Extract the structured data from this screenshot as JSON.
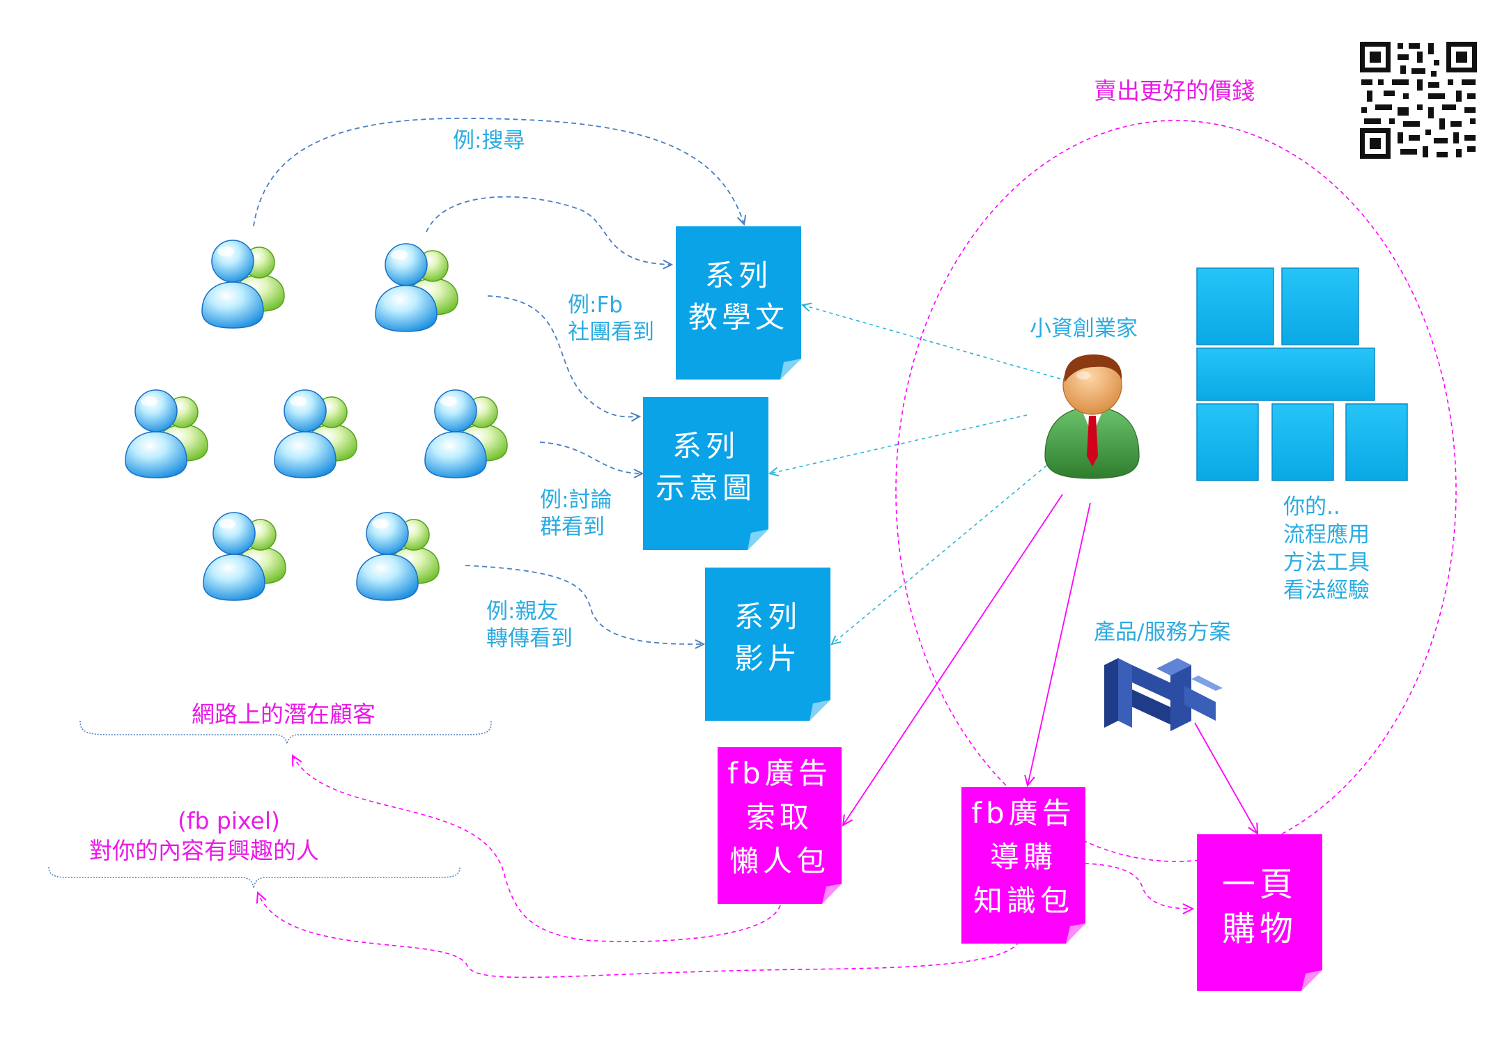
{
  "top_label": "賣出更好的價錢",
  "entrepreneur": {
    "label": "小資創業家"
  },
  "skills": {
    "line1": "你的..",
    "line2": "流程應用",
    "line3": "方法工具",
    "line4": "看法經驗"
  },
  "product": {
    "label": "產品/服務方案"
  },
  "examples": {
    "search": "例:搜尋",
    "fb_group": {
      "line1": "例:Fb",
      "line2": "社團看到"
    },
    "discussion": {
      "line1": "例:討論",
      "line2": "群看到"
    },
    "friends": {
      "line1": "例:親友",
      "line2": "轉傳看到"
    }
  },
  "audience": {
    "label": "網路上的潛在顧客"
  },
  "interest": {
    "line1": "(fb pixel)",
    "line2": "對你的內容有興趣的人"
  },
  "content_boxes": {
    "tutorial": {
      "line1": "系列",
      "line2": "教學文"
    },
    "diagram": {
      "line1": "系列",
      "line2": "示意圖"
    },
    "video": {
      "line1": "系列",
      "line2": "影片"
    }
  },
  "ad_boxes": {
    "lazy_pack": {
      "line1": "fb廣告",
      "line2": "索取",
      "line3": "懶人包"
    },
    "guide_pack": {
      "line1": "fb廣告",
      "line2": "導購",
      "line3": "知識包"
    },
    "one_page": {
      "line1": "一頁",
      "line2": "購物"
    }
  },
  "colors": {
    "blue": "#29abe2",
    "box_blue": "#0aa3e8",
    "magenta": "#ff00ff",
    "dashed_blue": "#4a7fc1",
    "navy": "#1f3c88"
  },
  "icons": [
    "msn-user-icon",
    "businessman-icon",
    "block-grid-icon",
    "product-3d-icon",
    "qr-code-icon"
  ]
}
